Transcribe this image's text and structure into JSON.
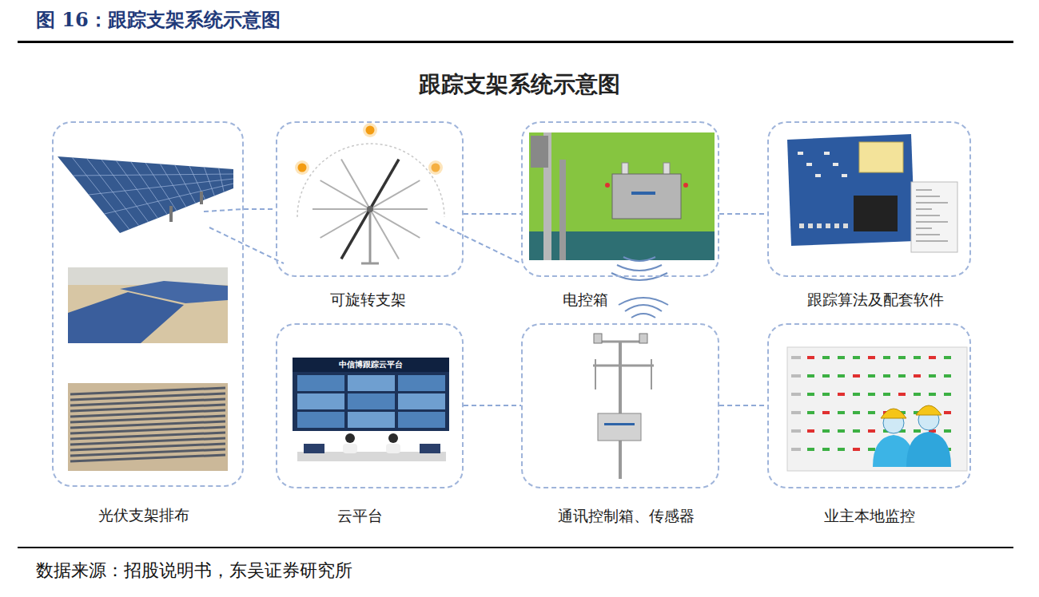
{
  "diagram": {
    "title": "跟踪支架系统示意图",
    "caption": "图 16：跟踪支架系统示意图",
    "nodes": [
      {
        "text": [
          "光伏支架排布"
        ]
      },
      {
        "text": [
          "可旋转支架"
        ]
      },
      {
        "text": [
          "电控箱"
        ]
      },
      {
        "text": [
          "跟踪算法及配套软件"
        ]
      },
      {
        "text": [
          "云平台"
        ]
      },
      {
        "text": [
          "通讯控制箱、传感器"
        ]
      },
      {
        "text": [
          "业主本地监控"
        ]
      }
    ],
    "edges": [
      {
        "from": 0,
        "to": 1,
        "arrow": "none"
      },
      {
        "from": 1,
        "to": 2,
        "arrow": "none"
      },
      {
        "from": 2,
        "to": 3,
        "arrow": "none"
      },
      {
        "from": 4,
        "to": 5,
        "arrow": "none"
      },
      {
        "from": 5,
        "to": 6,
        "arrow": "none"
      }
    ],
    "labels": [
      "中信博跟踪云平台",
      "数据来源：招股说明书，东吴证券研究所"
    ]
  }
}
